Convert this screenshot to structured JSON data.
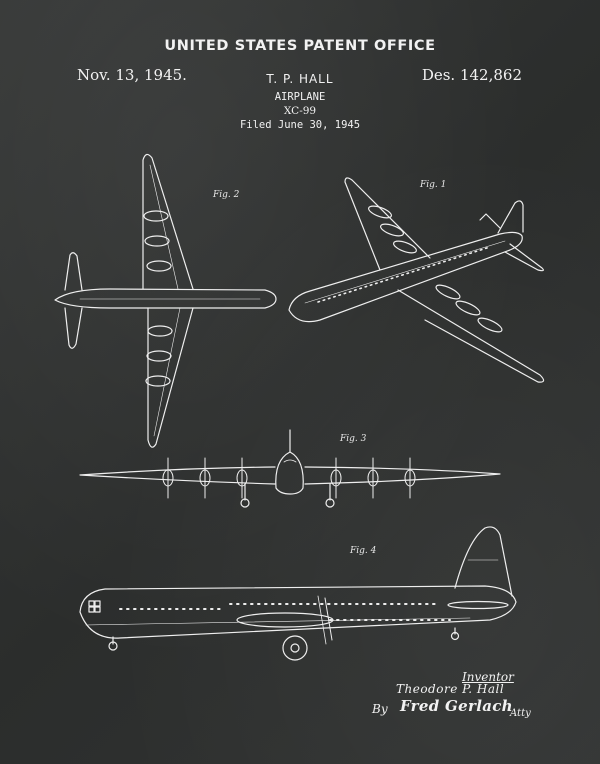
{
  "header": {
    "office": "UNITED STATES PATENT OFFICE",
    "date": "Nov. 13, 1945.",
    "design_number": "Des. 142,862",
    "inventor": "T. P. HALL",
    "subject": "AIRPLANE",
    "model": "XC-99",
    "filed": "Filed June 30, 1945"
  },
  "figures": {
    "fig1": "Fig. 1",
    "fig2": "Fig. 2",
    "fig3": "Fig. 3",
    "fig4": "Fig. 4"
  },
  "signatures": {
    "inventor_label": "Inventor",
    "inventor_name": "Theodore P. Hall",
    "by": "By",
    "attorney": "Fred Gerlach",
    "atty": "Atty"
  },
  "colors": {
    "background": "#2f3130",
    "ink": "#f2f2f2"
  }
}
